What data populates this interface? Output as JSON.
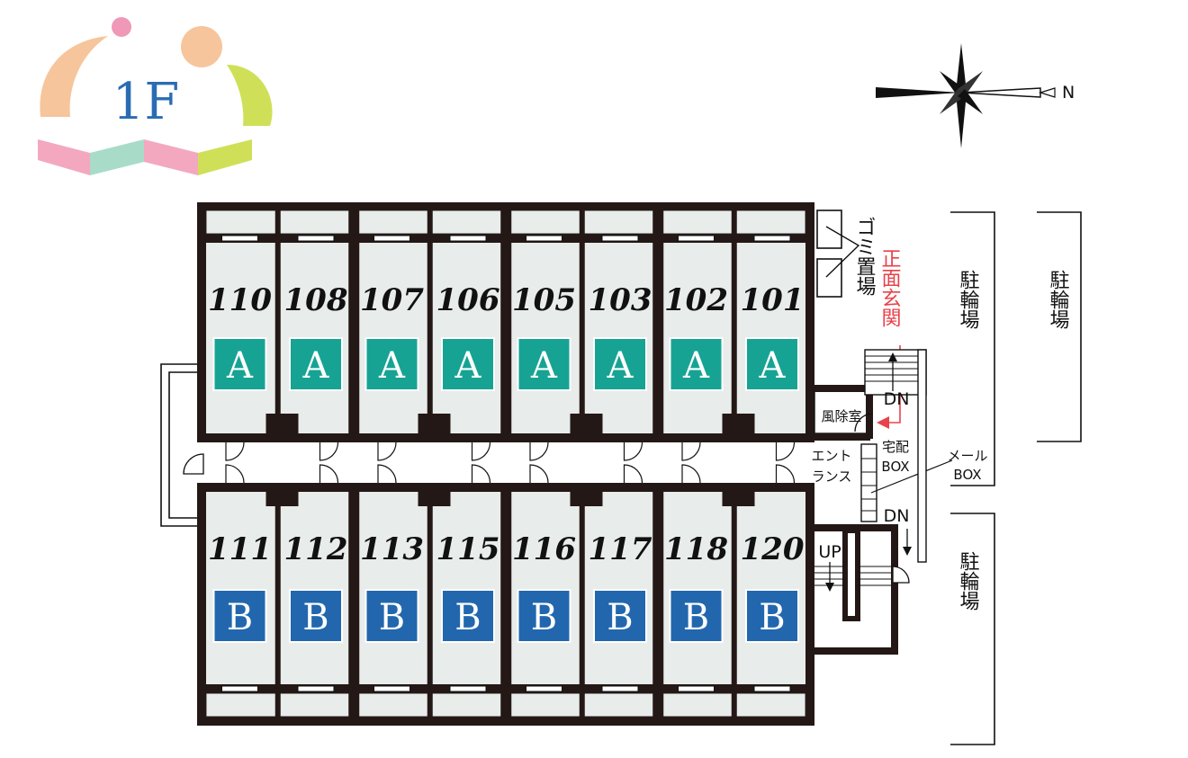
{
  "floor_label": "1F",
  "compass": {
    "north_label": "N"
  },
  "colors": {
    "type_a": "#17a394",
    "type_b": "#2267ae",
    "room_fill": "#e8ecea",
    "wall": "#241816",
    "accent_red": "#e8424a"
  },
  "top_units": [
    {
      "number": "110",
      "type": "A"
    },
    {
      "number": "108",
      "type": "A"
    },
    {
      "number": "107",
      "type": "A"
    },
    {
      "number": "106",
      "type": "A"
    },
    {
      "number": "105",
      "type": "A"
    },
    {
      "number": "103",
      "type": "A"
    },
    {
      "number": "102",
      "type": "A"
    },
    {
      "number": "101",
      "type": "A"
    }
  ],
  "bottom_units": [
    {
      "number": "111",
      "type": "B"
    },
    {
      "number": "112",
      "type": "B"
    },
    {
      "number": "113",
      "type": "B"
    },
    {
      "number": "115",
      "type": "B"
    },
    {
      "number": "116",
      "type": "B"
    },
    {
      "number": "117",
      "type": "B"
    },
    {
      "number": "118",
      "type": "B"
    },
    {
      "number": "120",
      "type": "B"
    }
  ],
  "labels": {
    "garbage": "ゴミ置場",
    "front_entrance": "正面玄関",
    "bike_parking": "駐輪場",
    "windbreak_room": "風除室",
    "entrance_line1": "エント",
    "entrance_line2": "ランス",
    "delivery_box_line1": "宅配",
    "delivery_box_line2": "BOX",
    "mail_box_line1": "メール",
    "mail_box_line2": "BOX",
    "stair_down_upper": "DN",
    "stair_down_lower": "DN",
    "stair_up": "UP"
  }
}
